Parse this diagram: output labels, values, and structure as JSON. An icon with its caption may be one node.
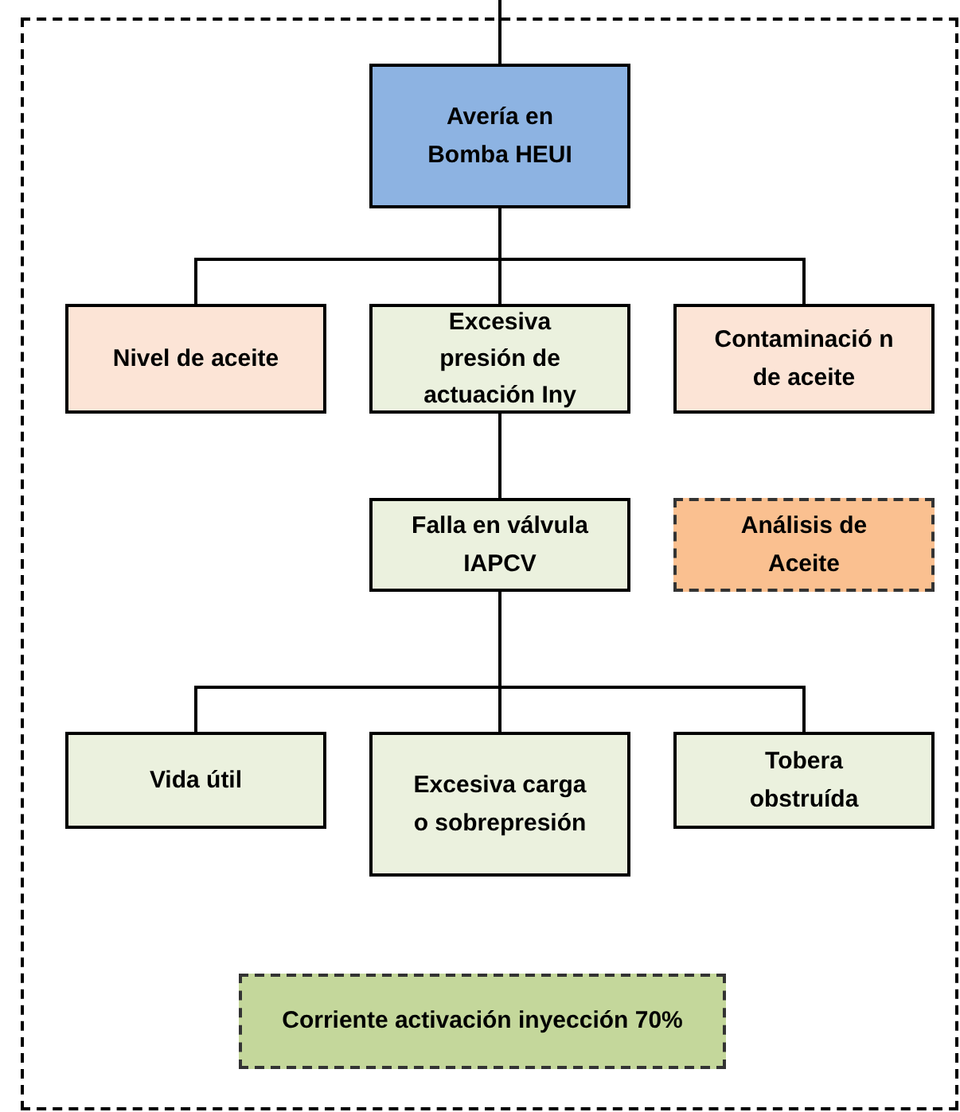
{
  "diagram": {
    "nodes": [
      {
        "text": [],
        "shape": "box"
      },
      {
        "text": [
          "Avería en Bomba HEUI"
        ],
        "in": 0
      },
      {
        "text": [
          "Nivel de aceite"
        ],
        "in": 0
      },
      {
        "text": [
          "Excesiva presión de actuación Iny"
        ],
        "in": 0
      },
      {
        "text": [
          "Contaminació n de aceite"
        ],
        "in": 0
      },
      {
        "text": [
          "Falla en válvula IAPCV"
        ],
        "in": 0
      },
      {
        "text": [
          "Análisis de Aceite"
        ],
        "in": 0
      },
      {
        "text": [
          "Vida útil"
        ],
        "in": 0
      },
      {
        "text": [
          "Excesiva carga o sobrepresión"
        ],
        "in": 0
      },
      {
        "text": [
          "Tobera obstruída"
        ],
        "in": 0
      },
      {
        "text": [
          "Corriente activación inyección 70%"
        ],
        "in": 0
      }
    ],
    "edges": [
      {
        "from": null,
        "to": 1,
        "arrow": "none"
      },
      {
        "from": 1,
        "to": 2,
        "arrow": "none"
      },
      {
        "from": 1,
        "to": 3,
        "arrow": "none"
      },
      {
        "from": 1,
        "to": 4,
        "arrow": "none"
      },
      {
        "from": 3,
        "to": 5,
        "arrow": "none"
      },
      {
        "from": 5,
        "to": 7,
        "arrow": "none"
      },
      {
        "from": 5,
        "to": 8,
        "arrow": "none"
      },
      {
        "from": 5,
        "to": 9,
        "arrow": "none"
      }
    ]
  }
}
